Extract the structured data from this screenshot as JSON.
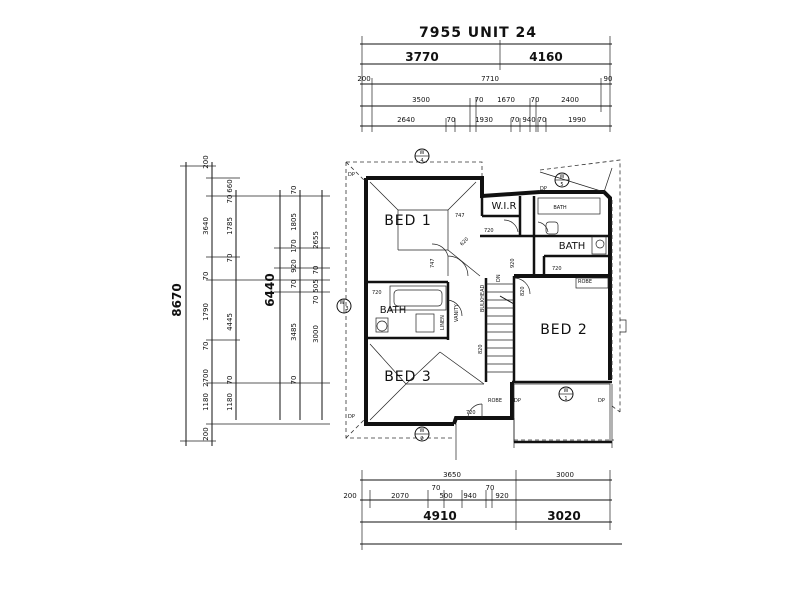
{
  "header": {
    "unit_title": "7955 UNIT 24"
  },
  "top_dims": {
    "row1": [
      "3770",
      "4160"
    ],
    "row2": [
      "200",
      "7710",
      "90"
    ],
    "row3": [
      "3500",
      "70",
      "1670",
      "70",
      "2400"
    ],
    "row4": [
      "2640",
      "70",
      "1930",
      "70",
      "940",
      "70",
      "1990"
    ]
  },
  "left_dims": {
    "overall_a": "8670",
    "overall_b": "6440",
    "col1": [
      "200",
      "3640",
      "70",
      "1790",
      "70",
      "2700",
      "1180",
      "200"
    ],
    "col2": [
      "70",
      "660",
      "1785",
      "70",
      "4445",
      "70",
      "1180"
    ],
    "col3": [
      "70",
      "1805",
      "170",
      "920",
      "70",
      "3485",
      "70"
    ],
    "col4": [
      "2655",
      "70",
      "505",
      "70",
      "3000"
    ]
  },
  "bottom_dims": {
    "row1": [
      "3650",
      "3000"
    ],
    "row2": [
      "200",
      "2070",
      "70",
      "500",
      "940",
      "70",
      "920"
    ],
    "row3": [
      "4910",
      "3020"
    ]
  },
  "rooms": {
    "bed1": "BED 1",
    "bed2": "BED 2",
    "bed3": "BED 3",
    "wir": "W.I.R",
    "bath_main": "BATH",
    "bath_ens": "BATH",
    "bath_label_small": "BATH"
  },
  "markers": {
    "w4": {
      "letter": "W",
      "num": "4"
    },
    "w5": {
      "letter": "W",
      "num": "5"
    },
    "w3": {
      "letter": "W",
      "num": "3"
    },
    "w1": {
      "letter": "W",
      "num": "1"
    },
    "w2": {
      "letter": "W",
      "num": "2"
    }
  },
  "annotations": {
    "dp": "DP",
    "robe": "ROBE",
    "d720": "720",
    "d747": "747",
    "d920": "920",
    "d820": "820",
    "d620": "620",
    "linen": "LINEN",
    "bulkhead": "BULKHEAD",
    "vanity": "VANITY",
    "dn": "DN"
  }
}
